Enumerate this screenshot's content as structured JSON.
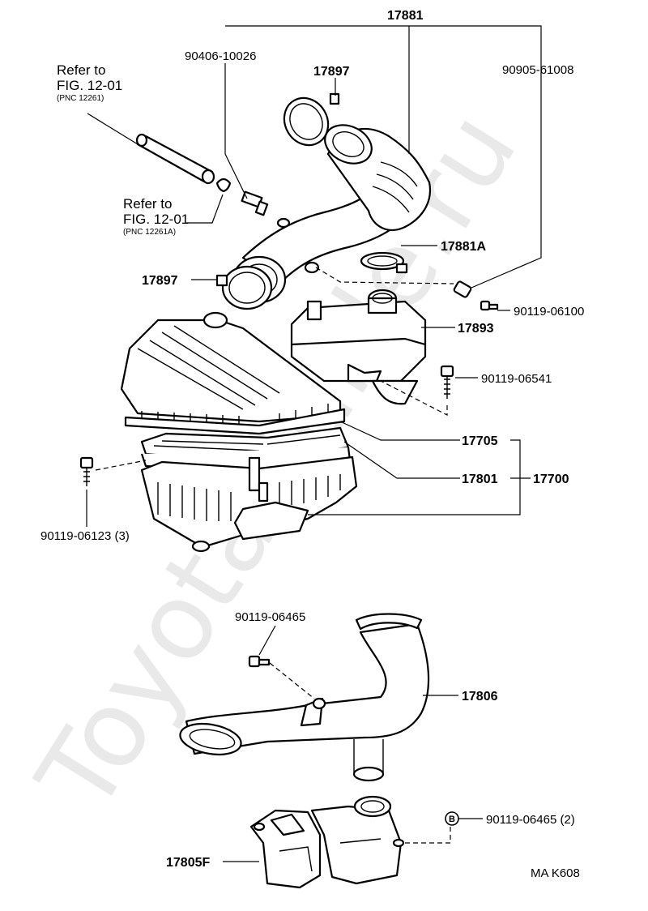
{
  "watermark": "ToyotaGuide.ru",
  "figure_code": "MA K608",
  "refs": [
    {
      "line1": "Refer to",
      "line2": "FIG. 12-01",
      "line3": "(PNC 12261)"
    },
    {
      "line1": "Refer to",
      "line2": "FIG. 12-01",
      "line3": "(PNC 12261A)"
    }
  ],
  "parts": {
    "p17881": "17881",
    "p90406": "90406-10026",
    "p17897a": "17897",
    "p90905": "90905-61008",
    "p17881A": "17881A",
    "p17897b": "17897",
    "p90119_06100": "90119-06100",
    "p17893": "17893",
    "p90119_06541": "90119-06541",
    "p17705": "17705",
    "p17801": "17801",
    "p17700": "17700",
    "p90119_06123": "90119-06123 (3)",
    "p90119_06465a": "90119-06465",
    "p17806": "17806",
    "p90119_06465b": "90119-06465 (2)",
    "p17805F": "17805F"
  },
  "marker_b": "B"
}
